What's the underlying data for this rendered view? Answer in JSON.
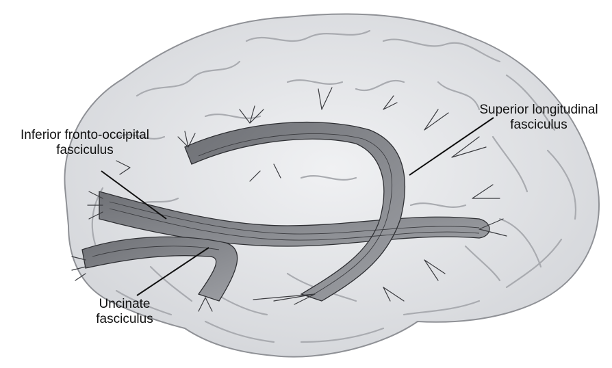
{
  "labels": {
    "ifof": {
      "line1": "Inferior fronto-occipital",
      "line2": "fasciculus"
    },
    "slf": {
      "line1": "Superior longitudinal",
      "line2": "fasciculus"
    },
    "uf": {
      "line1": "Uncinate",
      "line2": "fasciculus"
    }
  },
  "colors": {
    "brain_fill": "#e6e7e9",
    "brain_outline": "#8f9196",
    "gyri_line": "#a9abb0",
    "tract_fill": "#8a8c91",
    "tract_line": "#2f3034",
    "leader": "#111111"
  }
}
